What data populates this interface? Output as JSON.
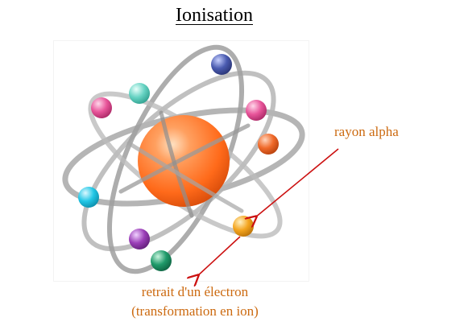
{
  "title": "Ionisation",
  "labels": {
    "alpha_ray": "rayon alpha",
    "electron_removal_line1": "retrait d'un électron",
    "electron_removal_line2": "(transformation en ion)"
  },
  "colors": {
    "label_orange": "#cc6a10",
    "arrow_red": "#cc1111",
    "nucleus": "#ff7a2a",
    "orbit": "#b0b0b0"
  },
  "electrons": [
    {
      "name": "electron-blue-top",
      "color": "#4a5bb0"
    },
    {
      "name": "electron-teal",
      "color": "#66d3c3"
    },
    {
      "name": "electron-pink-left",
      "color": "#e8559a"
    },
    {
      "name": "electron-pink-right",
      "color": "#e8559a"
    },
    {
      "name": "electron-orange-right",
      "color": "#f06a2a"
    },
    {
      "name": "electron-cyan",
      "color": "#22c7e6"
    },
    {
      "name": "electron-yellow",
      "color": "#f4a51f"
    },
    {
      "name": "electron-purple",
      "color": "#9b3fb8"
    },
    {
      "name": "electron-green",
      "color": "#1f9a6a"
    }
  ]
}
